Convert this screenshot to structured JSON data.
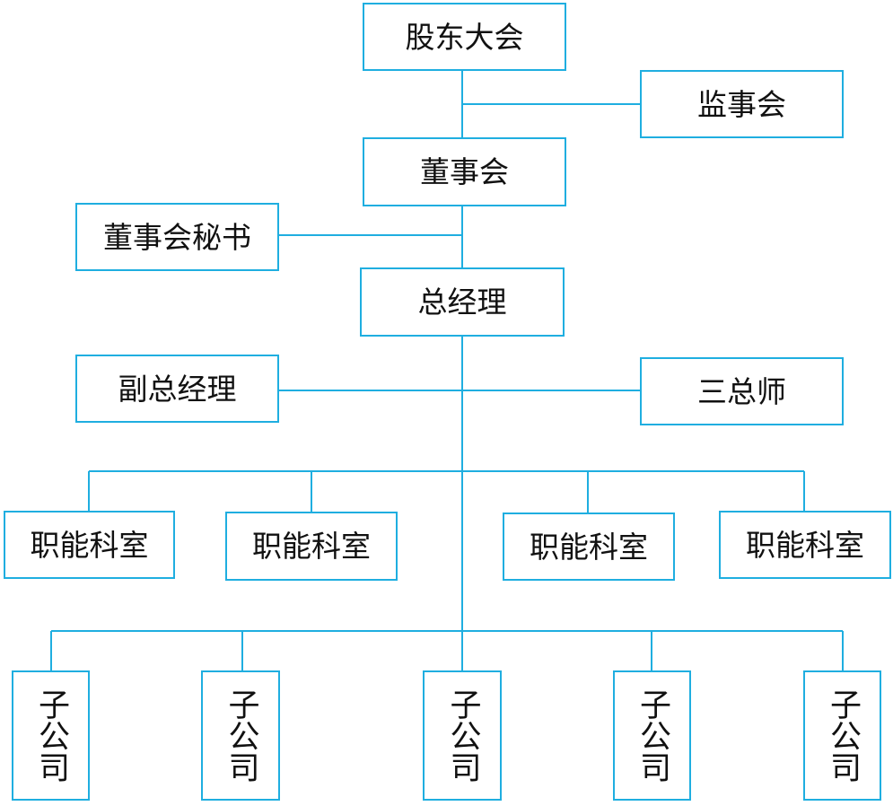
{
  "diagram": {
    "nodes": {
      "shareholders_meeting": "股东大会",
      "supervisory_board": "监事会",
      "board_of_directors": "董事会",
      "board_secretary": "董事会秘书",
      "general_manager": "总经理",
      "deputy_general_manager": "副总经理",
      "three_chiefs": "三总师",
      "functional_departments": [
        "职能科室",
        "职能科室",
        "职能科室",
        "职能科室"
      ],
      "subsidiaries": [
        "子公司",
        "子公司",
        "子公司",
        "子公司",
        "子公司"
      ]
    }
  }
}
